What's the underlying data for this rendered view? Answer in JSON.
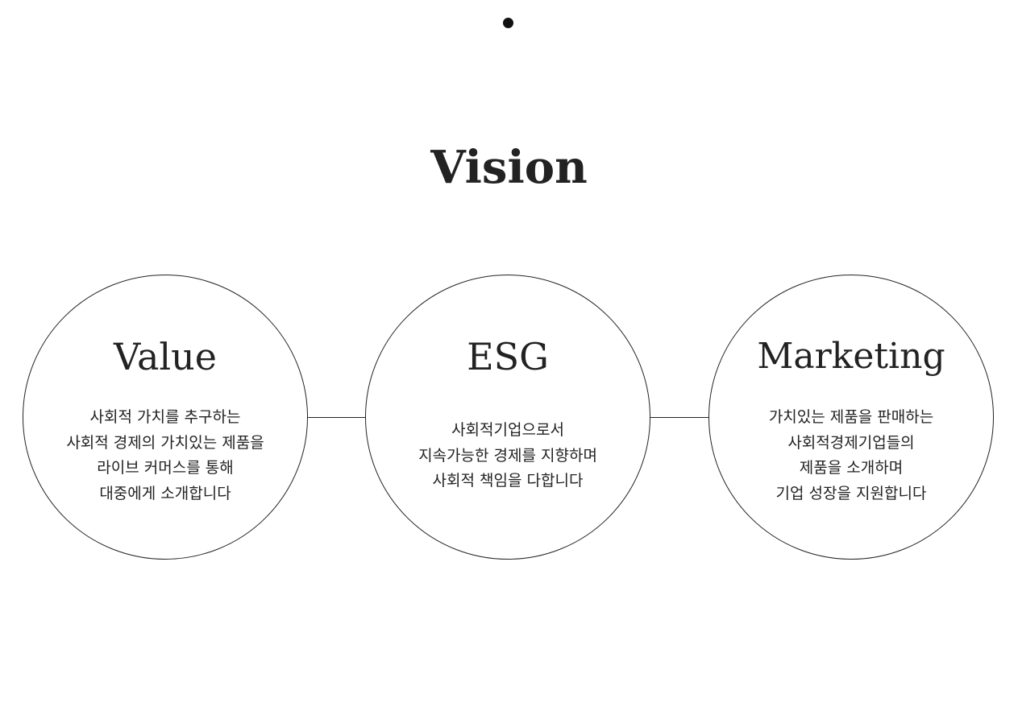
{
  "page": {
    "title": "Vision"
  },
  "circles": [
    {
      "title": "Value",
      "lines": [
        "사회적 가치를 추구하는",
        "사회적 경제의 가치있는 제품을",
        "라이브 커머스를 통해",
        "대중에게 소개합니다"
      ]
    },
    {
      "title": "ESG",
      "lines": [
        "사회적기업으로서",
        "지속가능한 경제를 지향하며",
        "사회적 책임을 다합니다"
      ]
    },
    {
      "title": "Marketing",
      "lines": [
        "가치있는 제품을 판매하는",
        "사회적경제기업들의",
        "제품을 소개하며",
        "기업 성장을 지원합니다"
      ]
    }
  ]
}
